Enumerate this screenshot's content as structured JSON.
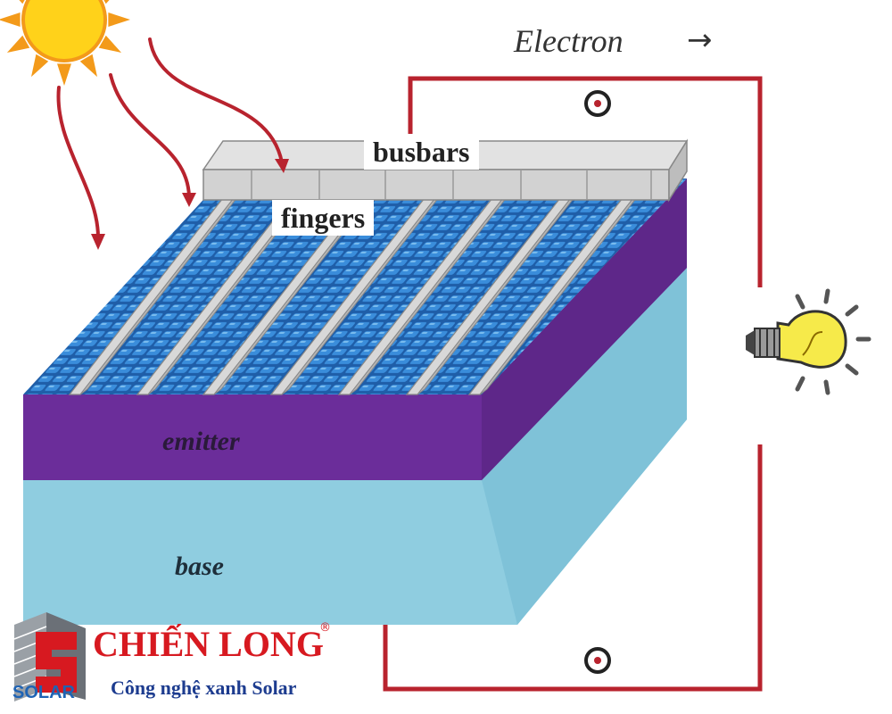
{
  "labels": {
    "electron": "Electron",
    "electron_arrow": "→",
    "busbars": "busbars",
    "fingers": "fingers",
    "emitter": "emitter",
    "base": "base"
  },
  "logo": {
    "name": "CHIẾN LONG",
    "registered": "®",
    "tagline": "Công nghệ xanh Solar",
    "sub": "SOLAR"
  },
  "colors": {
    "circuit": "#b8232e",
    "emitter": "#6b2d9a",
    "base": "#8fcde0",
    "cells": "#2c78c8",
    "metal": "#cfcfcf",
    "sun": "#ffd21a",
    "sun_rays": "#f39a1a",
    "bulb": "#f6ea4a",
    "brand_red": "#d71920",
    "brand_blue": "#1d3c8f"
  },
  "icons": {
    "sun": "sun-icon",
    "bulb": "light-bulb-icon",
    "terminal": "terminal-icon"
  }
}
